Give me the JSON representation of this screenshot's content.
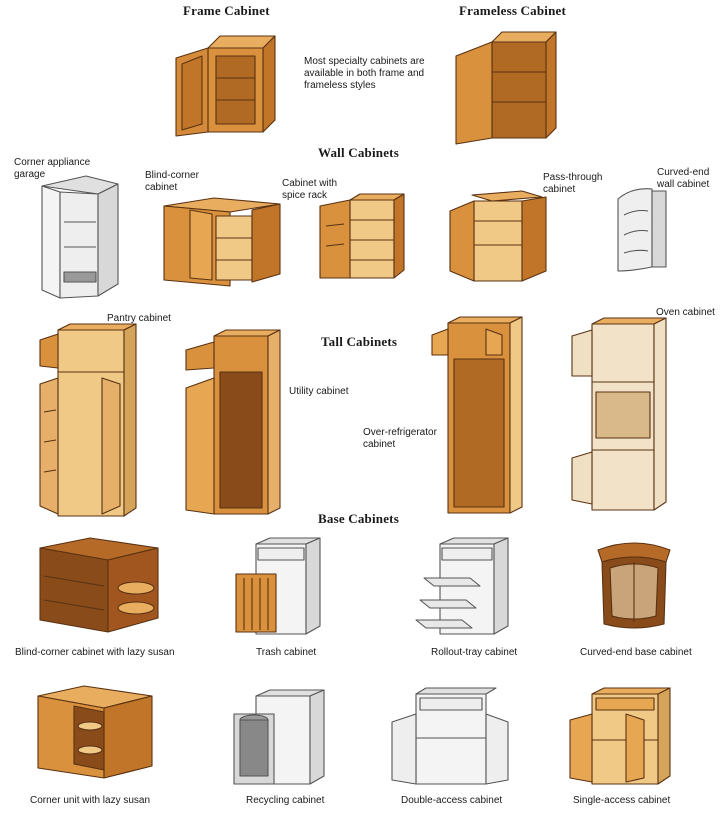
{
  "headings": {
    "frame": "Frame Cabinet",
    "frameless": "Frameless Cabinet",
    "wall": "Wall Cabinets",
    "tall": "Tall Cabinets",
    "base": "Base Cabinets"
  },
  "note": [
    "Most specialty cabinets are",
    "available in both frame and",
    "frameless styles"
  ],
  "wall": {
    "corner_appliance": [
      "Corner appliance",
      "garage"
    ],
    "blind_corner": [
      "Blind-corner",
      "cabinet"
    ],
    "spice_rack": [
      "Cabinet with",
      "spice rack"
    ],
    "pass_through": [
      "Pass-through",
      "cabinet"
    ],
    "curved_end": [
      "Curved-end",
      "wall cabinet"
    ]
  },
  "tall": {
    "pantry": "Pantry cabinet",
    "utility": "Utility cabinet",
    "over_fridge": [
      "Over-refrigerator",
      "cabinet"
    ],
    "oven": "Oven cabinet"
  },
  "base": {
    "blind_corner_lazy": "Blind-corner cabinet with lazy susan",
    "trash": "Trash cabinet",
    "rollout": "Rollout-tray cabinet",
    "curved_end": "Curved-end base cabinet",
    "corner_lazy": "Corner unit with lazy susan",
    "recycling": "Recycling cabinet",
    "double_access": "Double-access cabinet",
    "single_access": "Single-access cabinet"
  },
  "colors": {
    "wood_front": "#d9913e",
    "wood_side": "#c07528",
    "wood_light": "#f0c987",
    "wood_dark": "#8a4b1a",
    "white_front": "#f4f4f4",
    "white_side": "#d8d8d8"
  }
}
